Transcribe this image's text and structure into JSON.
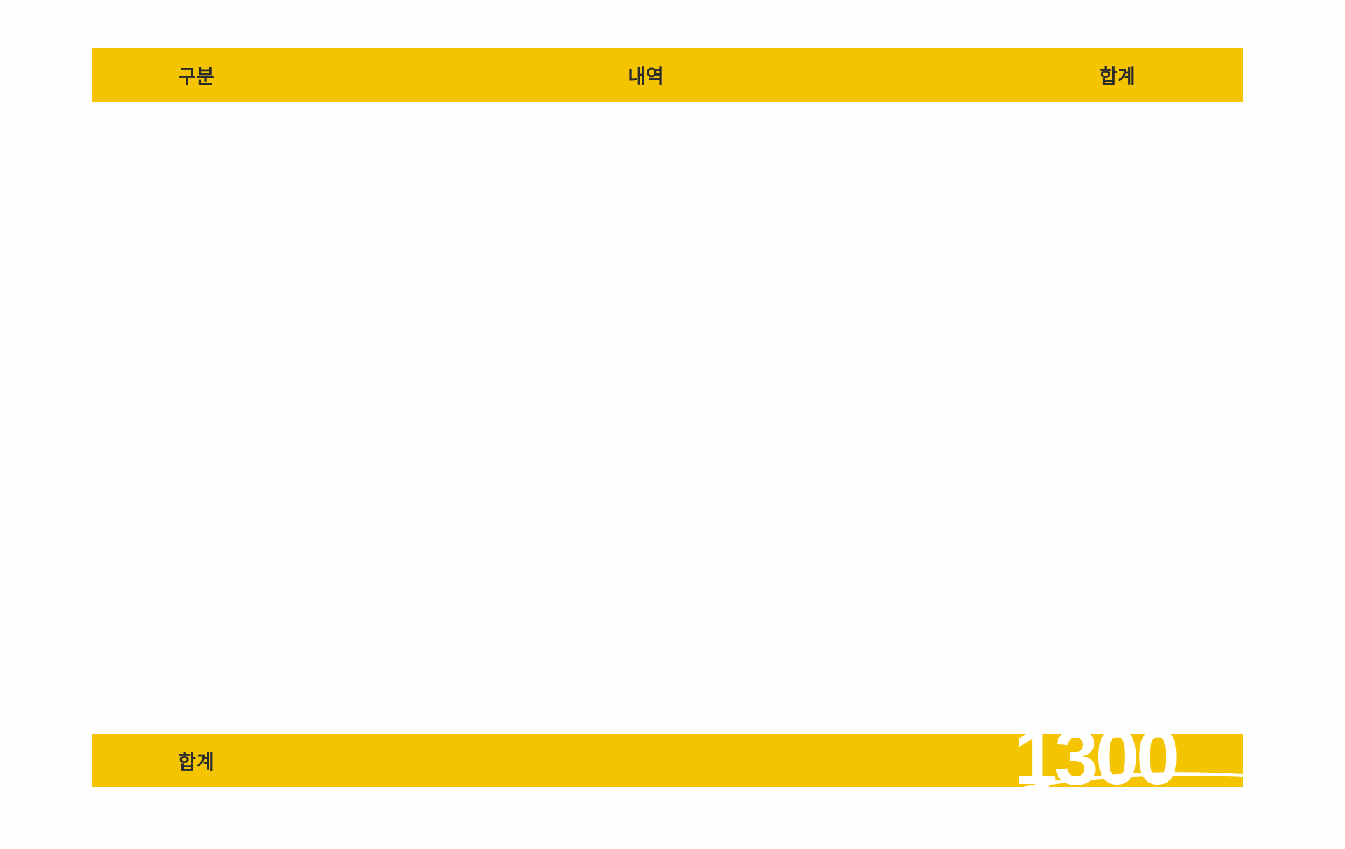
{
  "table": {
    "headers": [
      "구분",
      "내역",
      "합계"
    ],
    "footer": {
      "label": "합계",
      "detail": "",
      "total": "1300"
    }
  },
  "colors": {
    "header_bg": "#f5c400",
    "text": "#2b2b2b",
    "total_text": "#ffffff"
  }
}
